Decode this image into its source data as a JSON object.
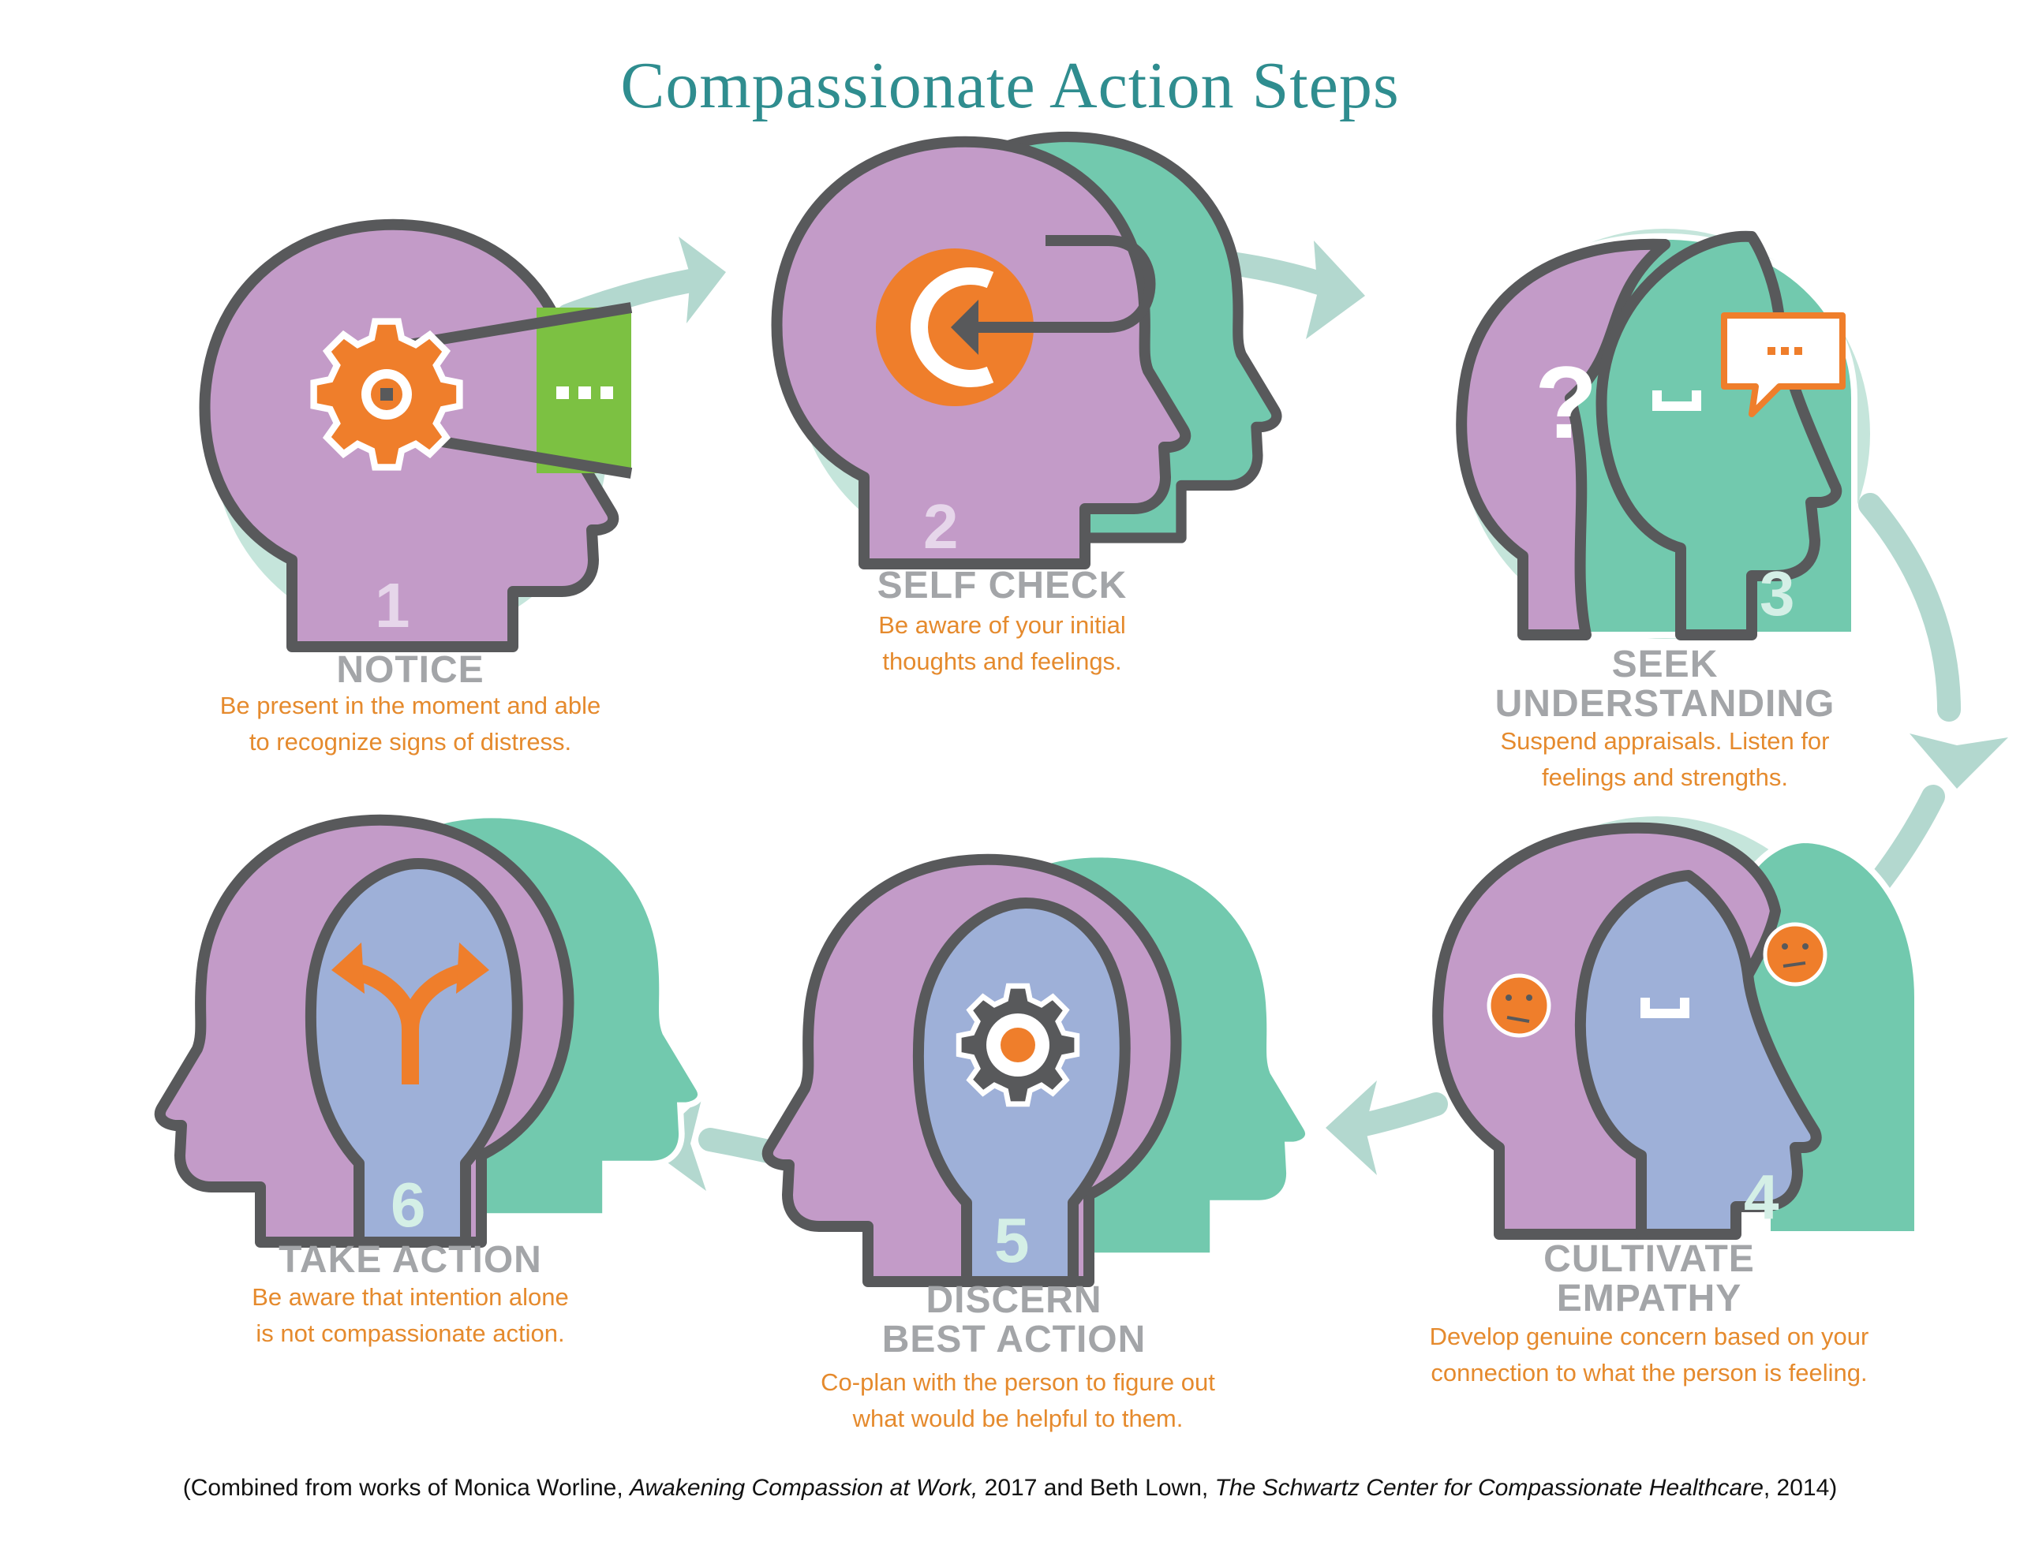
{
  "title": "Compassionate Action Steps",
  "colors": {
    "teal_title": "#2f8d8f",
    "circle": "#c5e5db",
    "arrow": "#b3d8cf",
    "purple": "#c39bc8",
    "green": "#72c9ae",
    "blue": "#9eb0d8",
    "orange": "#ef7e2b",
    "lime": "#7cc142",
    "outline": "#58595b",
    "step_title": "#a3a5a8",
    "step_desc": "#e58a2d"
  },
  "steps": [
    {
      "number": "1",
      "title": [
        "NOTICE"
      ],
      "desc": [
        "Be present in the moment and able",
        "to recognize signs of distress."
      ],
      "icons": [
        "head-icon",
        "gear-icon",
        "ellipsis-icon"
      ]
    },
    {
      "number": "2",
      "title": [
        "SELF CHECK"
      ],
      "desc": [
        "Be aware of your initial",
        "thoughts and feelings."
      ],
      "icons": [
        "head-icon",
        "return-arrow-icon"
      ]
    },
    {
      "number": "3",
      "title": [
        "SEEK",
        "UNDERSTANDING"
      ],
      "desc": [
        "Suspend appraisals. Listen for",
        "feelings and strengths."
      ],
      "icons": [
        "head-icon",
        "question-mark-icon",
        "speech-bubble-icon"
      ]
    },
    {
      "number": "4",
      "title": [
        "CULTIVATE",
        "EMPATHY"
      ],
      "desc": [
        "Develop genuine concern based on your",
        "connection to what the person is feeling."
      ],
      "icons": [
        "head-icon",
        "sad-face-icon"
      ]
    },
    {
      "number": "5",
      "title": [
        "DISCERN",
        "BEST ACTION"
      ],
      "desc": [
        "Co-plan with the person to figure out",
        "what would be helpful to them."
      ],
      "icons": [
        "head-icon",
        "gear-icon"
      ]
    },
    {
      "number": "6",
      "title": [
        "TAKE ACTION"
      ],
      "desc": [
        "Be aware that intention alone",
        "is not compassionate action."
      ],
      "icons": [
        "head-icon",
        "split-arrow-icon"
      ]
    }
  ],
  "citation": {
    "prefix": "(Combined from works of Monica Worline, ",
    "book1": "Awakening Compassion at Work,",
    "middle": " 2017 and Beth Lown, ",
    "book2": "The Schwartz Center for Compassionate Healthcare",
    "suffix": ", 2014)"
  }
}
